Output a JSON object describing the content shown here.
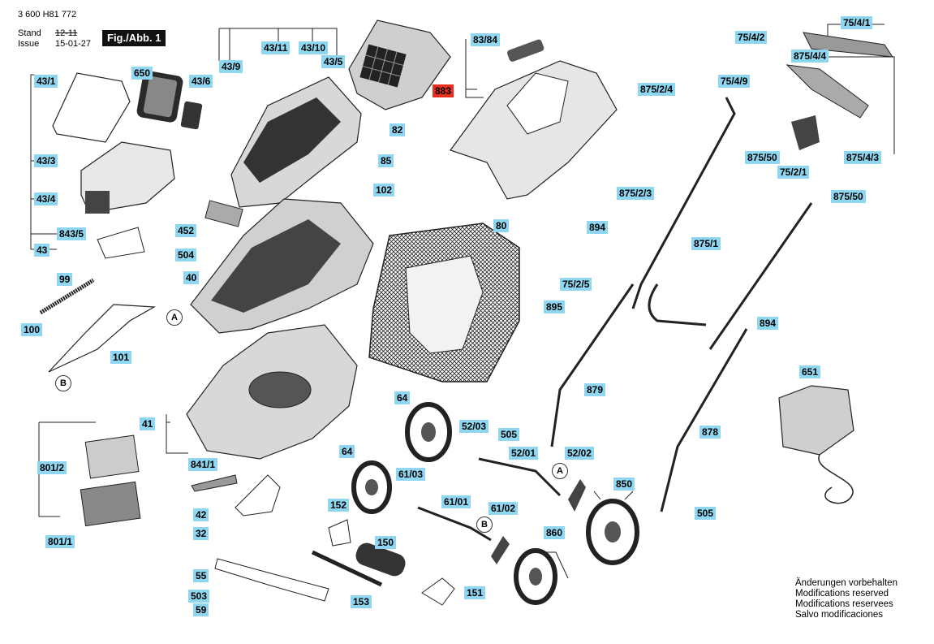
{
  "header": {
    "doc_number": "3 600 H81 772",
    "stand_label": "Stand",
    "issue_label": "Issue",
    "stand_old_value": "12-11",
    "issue_value": "15-01-27",
    "figure_label": "Fig./Abb. 1"
  },
  "callouts": [
    {
      "id": "43/1",
      "label": "43/1"
    },
    {
      "id": "650",
      "label": "650"
    },
    {
      "id": "43/6",
      "label": "43/6"
    },
    {
      "id": "43/3",
      "label": "43/3"
    },
    {
      "id": "43/4",
      "label": "43/4"
    },
    {
      "id": "843/5",
      "label": "843/5"
    },
    {
      "id": "43",
      "label": "43"
    },
    {
      "id": "43/9",
      "label": "43/9"
    },
    {
      "id": "43/11",
      "label": "43/11"
    },
    {
      "id": "43/10",
      "label": "43/10"
    },
    {
      "id": "43/5",
      "label": "43/5"
    },
    {
      "id": "82",
      "label": "82"
    },
    {
      "id": "85",
      "label": "85"
    },
    {
      "id": "102",
      "label": "102"
    },
    {
      "id": "452",
      "label": "452"
    },
    {
      "id": "504",
      "label": "504"
    },
    {
      "id": "40",
      "label": "40"
    },
    {
      "id": "99",
      "label": "99"
    },
    {
      "id": "100",
      "label": "100"
    },
    {
      "id": "101",
      "label": "101"
    },
    {
      "id": "41",
      "label": "41"
    },
    {
      "id": "801/2",
      "label": "801/2"
    },
    {
      "id": "841/1",
      "label": "841/1"
    },
    {
      "id": "42",
      "label": "42"
    },
    {
      "id": "32",
      "label": "32"
    },
    {
      "id": "801/1",
      "label": "801/1"
    },
    {
      "id": "55",
      "label": "55"
    },
    {
      "id": "503",
      "label": "503"
    },
    {
      "id": "59",
      "label": "59"
    },
    {
      "id": "83/84",
      "label": "83/84"
    },
    {
      "id": "883",
      "label": "883"
    },
    {
      "id": "80",
      "label": "80"
    },
    {
      "id": "64a",
      "label": "64"
    },
    {
      "id": "64b",
      "label": "64"
    },
    {
      "id": "52/03",
      "label": "52/03"
    },
    {
      "id": "505a",
      "label": "505"
    },
    {
      "id": "52/01",
      "label": "52/01"
    },
    {
      "id": "52/02",
      "label": "52/02"
    },
    {
      "id": "61/03",
      "label": "61/03"
    },
    {
      "id": "61/01",
      "label": "61/01"
    },
    {
      "id": "61/02",
      "label": "61/02"
    },
    {
      "id": "152",
      "label": "152"
    },
    {
      "id": "150",
      "label": "150"
    },
    {
      "id": "153",
      "label": "153"
    },
    {
      "id": "151",
      "label": "151"
    },
    {
      "id": "860",
      "label": "860"
    },
    {
      "id": "850",
      "label": "850"
    },
    {
      "id": "875/2/4",
      "label": "875/2/4"
    },
    {
      "id": "75/4/9",
      "label": "75/4/9"
    },
    {
      "id": "75/4/2",
      "label": "75/4/2"
    },
    {
      "id": "75/4/1",
      "label": "75/4/1"
    },
    {
      "id": "875/4/4",
      "label": "875/4/4"
    },
    {
      "id": "875/50a",
      "label": "875/50"
    },
    {
      "id": "75/2/1",
      "label": "75/2/1"
    },
    {
      "id": "875/4/3",
      "label": "875/4/3"
    },
    {
      "id": "875/2/3",
      "label": "875/2/3"
    },
    {
      "id": "875/50b",
      "label": "875/50"
    },
    {
      "id": "875/1",
      "label": "875/1"
    },
    {
      "id": "894a",
      "label": "894"
    },
    {
      "id": "75/2/5",
      "label": "75/2/5"
    },
    {
      "id": "895",
      "label": "895"
    },
    {
      "id": "894b",
      "label": "894"
    },
    {
      "id": "879",
      "label": "879"
    },
    {
      "id": "651",
      "label": "651"
    },
    {
      "id": "878",
      "label": "878"
    },
    {
      "id": "505b",
      "label": "505"
    }
  ],
  "markers": [
    {
      "id": "A1",
      "label": "A"
    },
    {
      "id": "B1",
      "label": "B"
    },
    {
      "id": "A2",
      "label": "A"
    },
    {
      "id": "B2",
      "label": "B"
    }
  ],
  "notes": [
    "Änderungen vorbehalten",
    "Modifications reserved",
    "Modifications reservees",
    "Salvo modificaciones"
  ],
  "colors": {
    "callout": "#8fd6f0",
    "highlight": "#e53020",
    "line": "#222222"
  }
}
